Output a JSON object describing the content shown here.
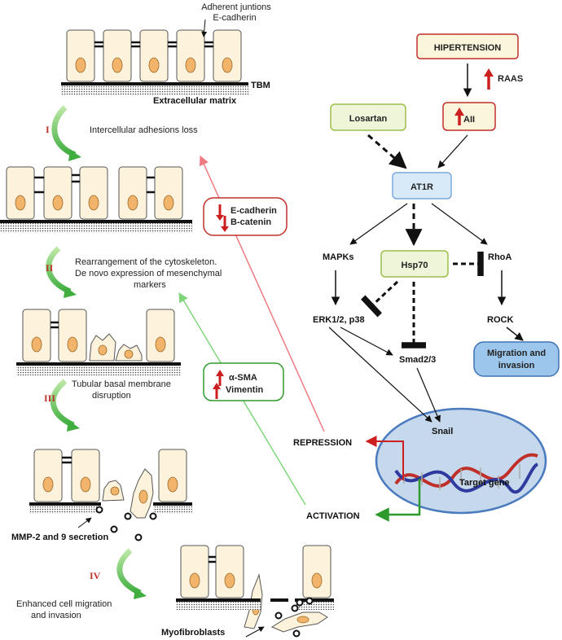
{
  "left_panel": {
    "adherent_1": "Adherent juntions",
    "adherent_2": "E-cadherin",
    "tbm": "TBM",
    "ecm": "Extracellular matrix",
    "steps": [
      {
        "num": "I",
        "lines": [
          "Intercellular adhesions loss"
        ]
      },
      {
        "num": "II",
        "lines": [
          "Rearrangement of the cytoskeleton.",
          "De novo expression of mesenchymal",
          "markers"
        ]
      },
      {
        "num": "III",
        "lines": [
          "Tubular basal membrane",
          "disruption"
        ]
      },
      {
        "num": "IV",
        "lines": [
          "Enhanced cell migration",
          "and invasion"
        ]
      }
    ],
    "mmp": "MMP-2 and 9 secretion",
    "myofibroblasts": "Myofibroblasts"
  },
  "middle": {
    "repression_box": [
      "E-cadherin",
      "B-catenin"
    ],
    "activation_box": [
      "α-SMA",
      "Vimentin"
    ],
    "repression": "REPRESSION",
    "activation": "ACTIVATION"
  },
  "pathway": {
    "hipertension": "HIPERTENSION",
    "raas": "RAAS",
    "losartan": "Losartan",
    "aii": "AII",
    "at1r": "AT1R",
    "mapks": "MAPKs",
    "hsp70": "Hsp70",
    "rhoa": "RhoA",
    "erk": "ERK1/2, p38",
    "rock": "ROCK",
    "smad": "Smad2/3",
    "migration": [
      "Migration and",
      "invasion"
    ],
    "snail": "Snail",
    "target_gene": "Target gene"
  },
  "colors": {
    "red_arrow": "#cc1f1f",
    "green_arrow": "#2e9a2e",
    "light_red": "#ee7b82",
    "light_green": "#7fd67a",
    "box_green_fill": "#eef5d8",
    "box_green_stroke": "#9bbf4a",
    "box_red_fill": "#fbf5dc",
    "box_red_stroke": "#c0302a",
    "at1r_fill": "#d8eaf8",
    "migration_fill": "#9cc6ec",
    "cell_fill": "#fdf3dc",
    "nucleus_fill": "#f2b46a",
    "ellipse_fill": "#c6d9ec"
  }
}
